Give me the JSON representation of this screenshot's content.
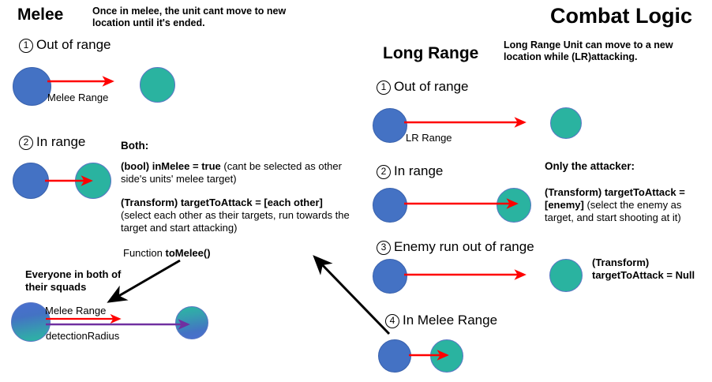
{
  "page": {
    "title": "Combat Logic",
    "background": "#ffffff"
  },
  "colors": {
    "ally_blue": "#4472c4",
    "enemy_teal": "#2ab3a0",
    "range_arrow_red": "#ff0000",
    "detection_arrow_purple": "#7030a0",
    "pointer_arrow_black": "#000000"
  },
  "melee": {
    "heading": "Melee",
    "note": "Once in melee, the unit cant move to new location until it's ended.",
    "step1": {
      "number": "1",
      "label": "Out of range",
      "range_label": "Melee Range"
    },
    "step2": {
      "number": "2",
      "label": "In range"
    },
    "both": {
      "heading": "Both:",
      "line1_bold": "(bool) inMelee = true",
      "line1_rest": " (cant be selected as other side's units' melee target)",
      "line2_bold": "(Transform) targetToAttack = [each other]",
      "line2_rest": "(select each other as their targets, run towards the target and start attacking)",
      "function_prefix": "Function ",
      "function_name": "toMelee()"
    },
    "squads": {
      "note": "Everyone in both of their squads",
      "melee_range_label": "Melee Range",
      "detection_label": "detectionRadius"
    }
  },
  "long_range": {
    "heading": "Long Range",
    "note": "Long Range Unit can move to a new location while (LR)attacking.",
    "step1": {
      "number": "1",
      "label": "Out of range",
      "range_label": "LR Range"
    },
    "step2": {
      "number": "2",
      "label": "In range",
      "block_heading": "Only the attacker:",
      "block_bold": "(Transform) targetToAttack = [enemy]",
      "block_rest": " (select the enemy as target, and start shooting at it)"
    },
    "step3": {
      "number": "3",
      "label": "Enemy run out of range",
      "block_line1": "(Transform)",
      "block_line2": "targetToAttack = Null"
    },
    "step4": {
      "number": "4",
      "label": "In Melee Range"
    }
  }
}
